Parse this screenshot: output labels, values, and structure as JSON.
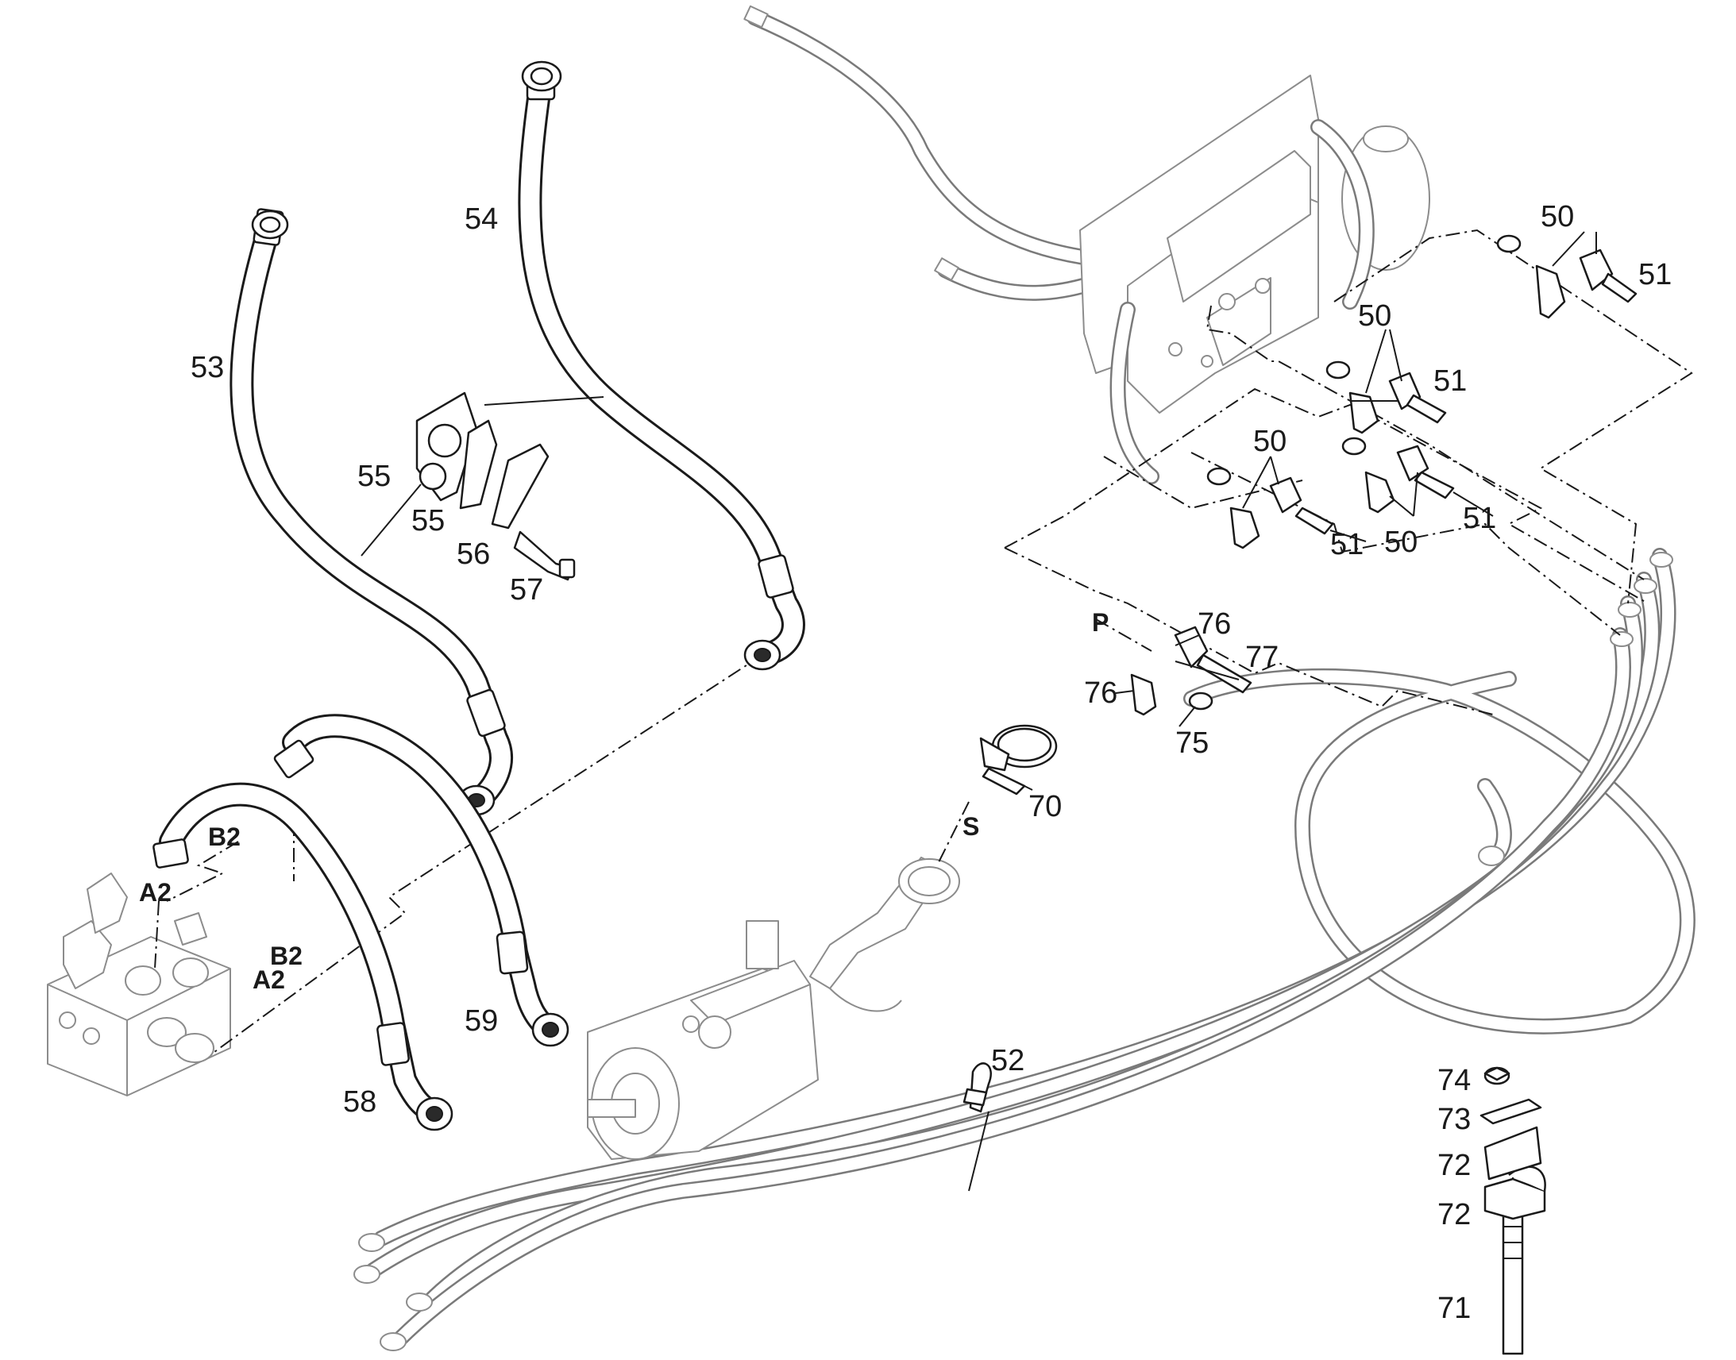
{
  "callouts": {
    "c50a": "50",
    "c51a": "51",
    "c50b": "50",
    "c51b": "51",
    "c50c": "50",
    "c51c": "51",
    "c51d": "51",
    "c50d": "50",
    "c53": "53",
    "c54": "54",
    "c55a": "55",
    "c55b": "55",
    "c56": "56",
    "c57": "57",
    "c58": "58",
    "c59": "59",
    "c52": "52",
    "c70": "70",
    "c71": "71",
    "c72a": "72",
    "c72b": "72",
    "c73": "73",
    "c74": "74",
    "c75": "75",
    "c76a": "76",
    "c76b": "76",
    "c77": "77"
  },
  "port_labels": {
    "a2_upper": "A2",
    "b2_upper": "B2",
    "b2_lower": "B2",
    "a2_lower": "A2",
    "p": "P",
    "s": "S"
  }
}
